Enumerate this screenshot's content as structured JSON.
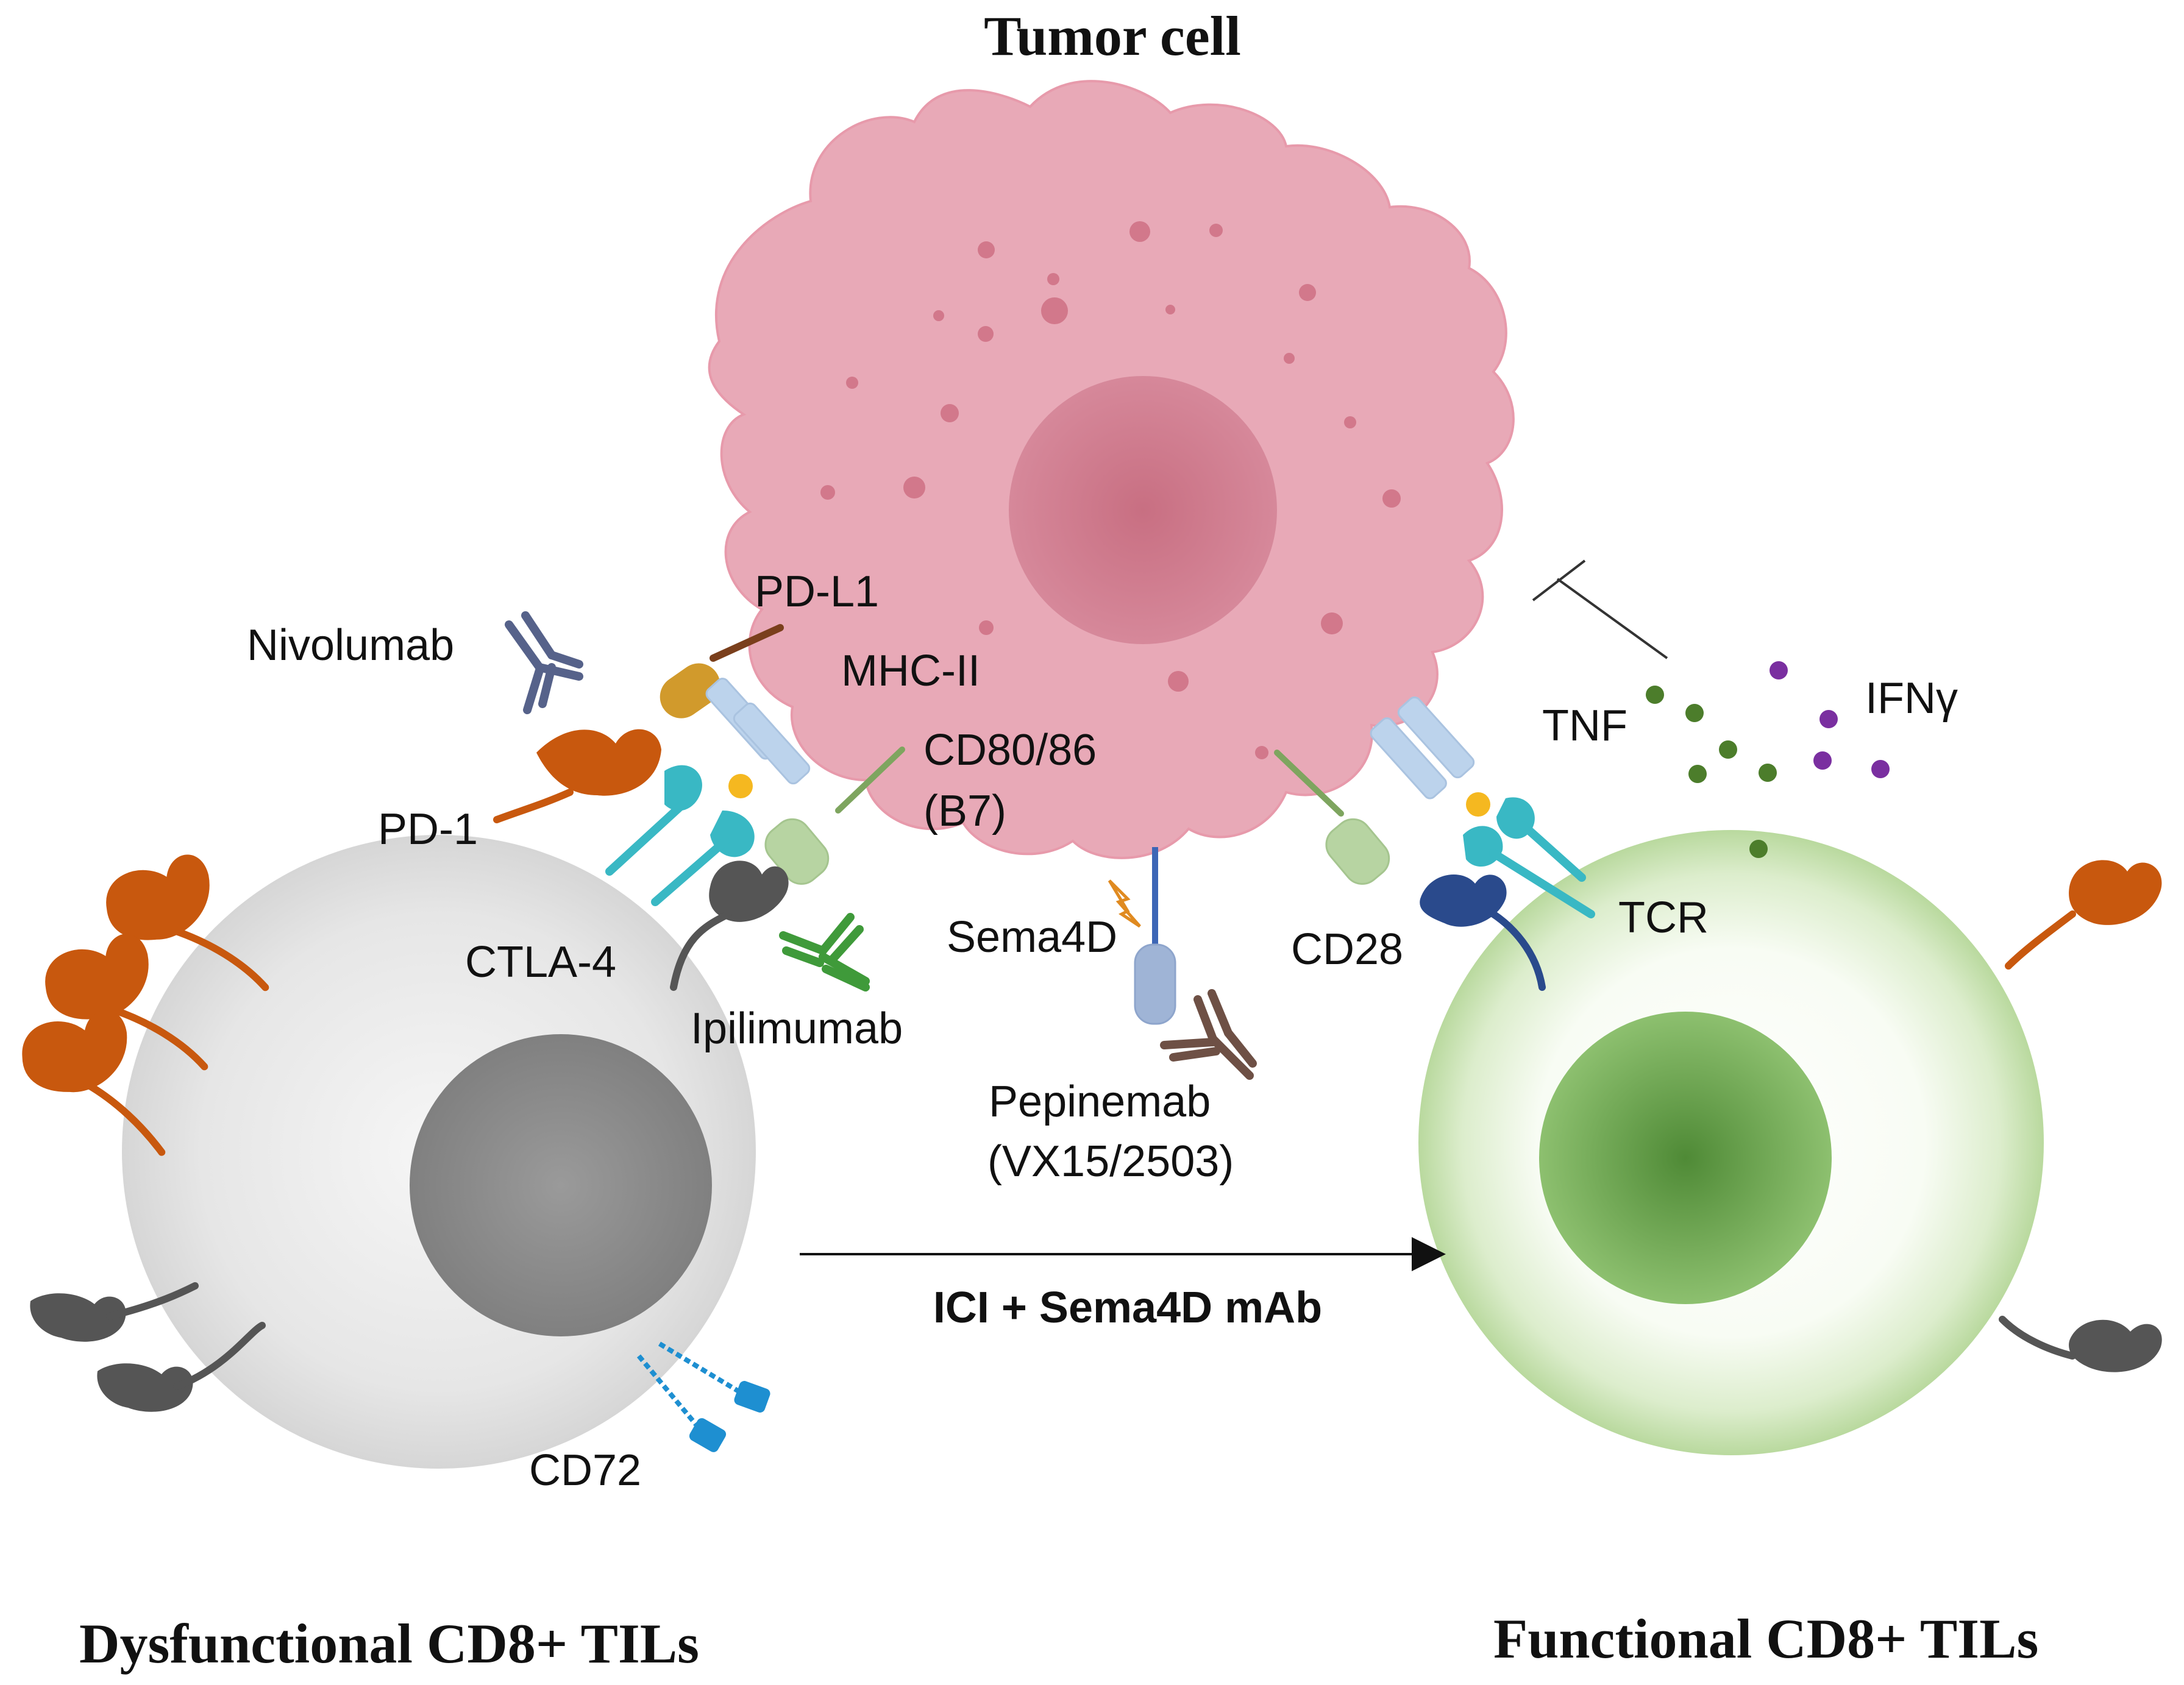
{
  "titles": {
    "tumor": "Tumor cell",
    "dysfunctional": "Dysfunctional CD8+ TILs",
    "functional": "Functional CD8+ TILs"
  },
  "labels": {
    "pd_l1": "PD-L1",
    "mhc_ii": "MHC-II",
    "cd80_86": "CD80/86",
    "b7": "(B7)",
    "nivolumab": "Nivolumab",
    "pd_1": "PD-1",
    "ctla_4": "CTLA-4",
    "ipilimumab": "Ipilimumab",
    "sema4d": "Sema4D",
    "pepinemab": "Pepinemab",
    "pepinemab_code": "(VX15/2503)",
    "cd72": "CD72",
    "cd28": "CD28",
    "tcr": "TCR",
    "tnf": "TNF",
    "ifng": "IFNγ",
    "treatment": "ICI + Sema4D mAb"
  },
  "colors": {
    "tumor_cytoplasm": "#e8a9b7",
    "tumor_nucleus": "#cf7a8c",
    "tumor_granule": "#d2788b",
    "dys_cell": "#e2e2e2",
    "dys_nucleus": "#8c8c8c",
    "func_cell_edge": "#b5d79b",
    "func_nucleus": "#5e9a45",
    "pd1_orange": "#c8580e",
    "pdl1_gold": "#d19a2c",
    "ctla4_gray": "#555555",
    "b7_green": "#b7d4a2",
    "mhc_blue": "#bcd3ec",
    "tcr_teal": "#39b8c4",
    "cd28_navy": "#2a4a8c",
    "cd72_blue": "#1e8fd1",
    "sema4d_blue": "#9fb4d6",
    "nivolumab_color": "#56628a",
    "ipilimumab_color": "#3f9a3a",
    "pepinemab_color": "#6e5045",
    "tnf_dot": "#4c7d2b",
    "ifng_dot": "#7a2fa0",
    "peptide_yellow": "#f5b820"
  }
}
